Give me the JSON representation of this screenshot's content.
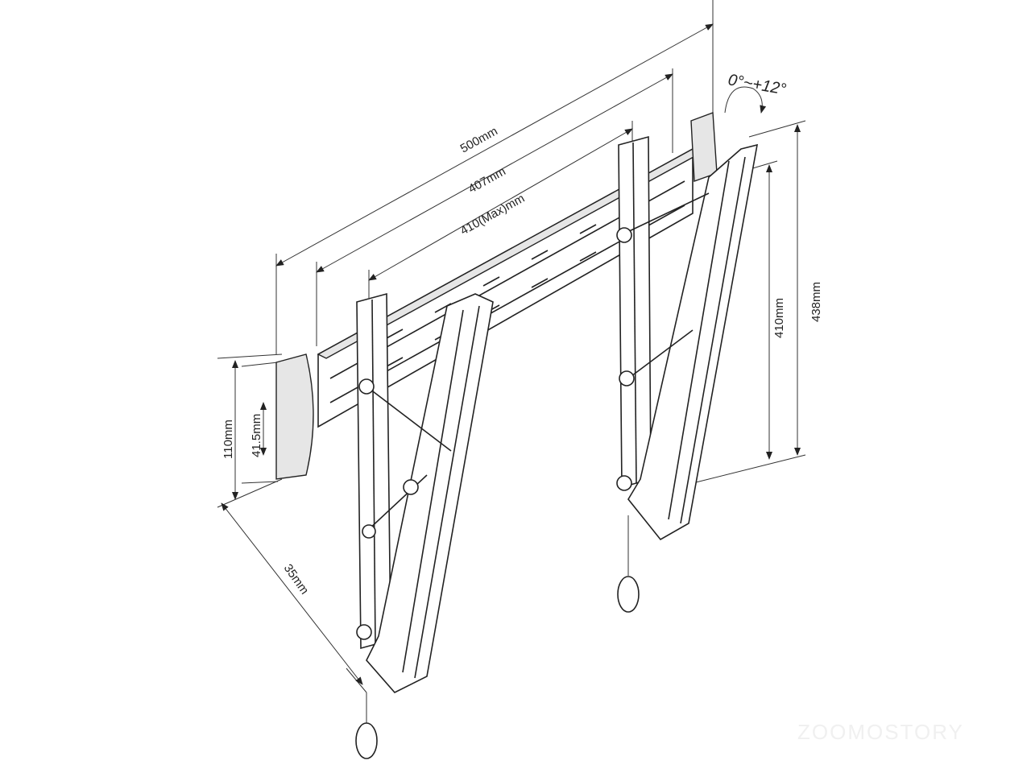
{
  "dimensions": {
    "width_500": "500mm",
    "width_407": "407mm",
    "width_410max": "410(Max)mm",
    "height_410": "410mm",
    "height_438": "438mm",
    "height_110": "110mm",
    "height_41_5": "41.5mm",
    "depth_35": "35mm"
  },
  "tilt_range": "0°~+12°",
  "watermark": "ZOOMOSTORY"
}
